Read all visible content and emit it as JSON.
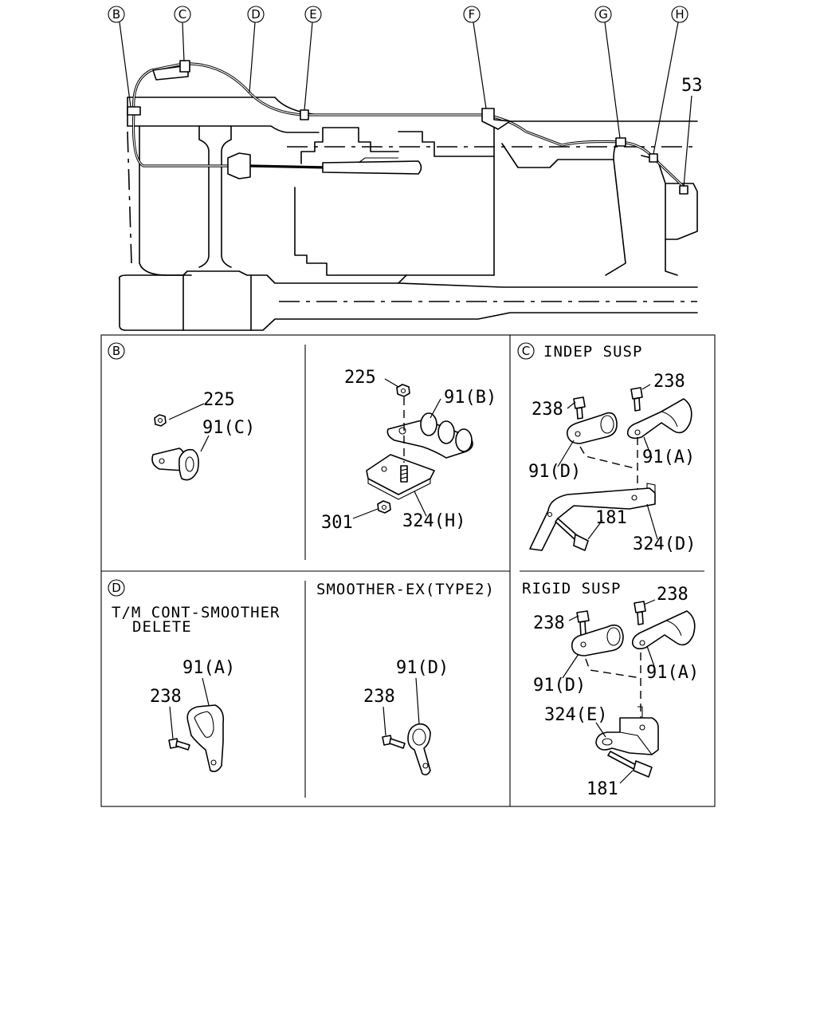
{
  "overview": {
    "callouts": [
      "B",
      "C",
      "D",
      "E",
      "F",
      "G",
      "H"
    ],
    "part_53": "53"
  },
  "panel_b": {
    "letter": "B",
    "left": {
      "nut": "225",
      "clip": "91(C)"
    },
    "right": {
      "nut": "225",
      "clip": "91(B)",
      "nut_bottom": "301",
      "bracket": "324(H)"
    }
  },
  "panel_c": {
    "letter": "C",
    "indep_title": "INDEP SUSP",
    "indep": {
      "bolt_left": "238",
      "bolt_right": "238",
      "clip_left": "91(D)",
      "clip_right": "91(A)",
      "bolt_bottom": "181",
      "bracket": "324(D)"
    },
    "rigid_title": "RIGID SUSP",
    "rigid": {
      "bolt_left": "238",
      "bolt_right": "238",
      "clip_left": "91(D)",
      "clip_right": "91(A)",
      "bracket": "324(E)",
      "bolt_bottom": "181"
    }
  },
  "panel_d": {
    "letter": "D",
    "left_title_1": "T/M CONT-SMOOTHER",
    "left_title_2": "DELETE",
    "left": {
      "clip": "91(A)",
      "bolt": "238"
    },
    "right_title": "SMOOTHER-EX(TYPE2)",
    "right": {
      "clip": "91(D)",
      "bolt": "238"
    }
  }
}
